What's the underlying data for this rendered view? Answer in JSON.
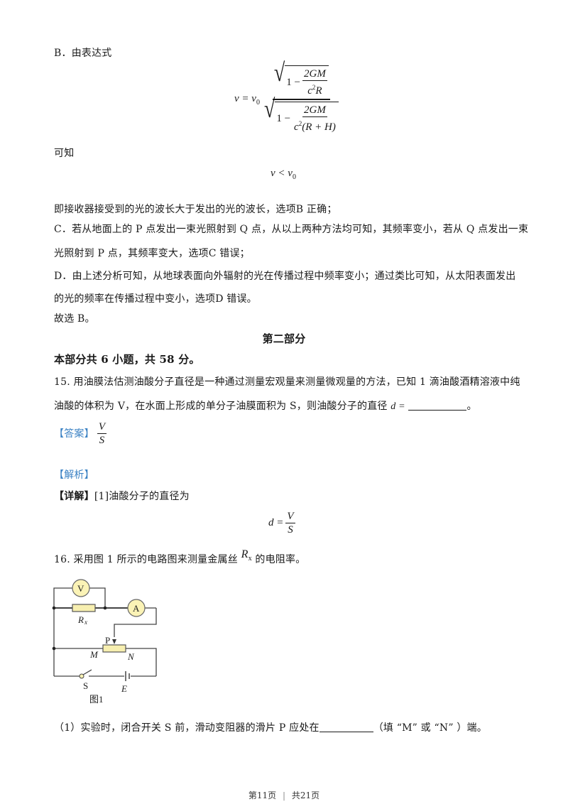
{
  "page": {
    "option_b_intro": "B．由表达式",
    "formula_nu": {
      "lhs": "ν = ν",
      "lhs_sub": "0",
      "num_sqrt": {
        "one_minus": "1 −",
        "frac_num": "2GM",
        "frac_den_c": "c",
        "frac_den_exp": "2",
        "frac_den_rest": "R"
      },
      "den_sqrt": {
        "one_minus": "1 −",
        "frac_num": "2GM",
        "frac_den_c": "c",
        "frac_den_exp": "2",
        "frac_den_rest": "(R + H)"
      }
    },
    "keyi_label": "可知",
    "inequality": {
      "lhs": "ν < ν",
      "sub": "0"
    },
    "option_b_conclusion": "即接收器接受到的光的波长大于发出的光的波长，选项B 正确；",
    "option_c_line1": "C．若从地面上的 P 点发出一束光照射到 Q 点，从以上两种方法均可知，其频率变小，若从 Q 点发出一束",
    "option_c_line2": "光照射到 P 点，其频率变大，选项C 错误；",
    "option_d_line1": "D．由上述分析可知，从地球表面向外辐射的光在传播过程中频率变小；通过类比可知，从太阳表面发出",
    "option_d_line2": "的光的频率在传播过程中变小，选项D 错误。",
    "final_choice": "故选 B。",
    "section_title": "第二部分",
    "section_subtitle": "本部分共 6 小题，共 58 分。",
    "q15_line1": "15. 用油膜法估测油酸分子直径是一种通过测量宏观量来测量微观量的方法，已知 1 滴油酸酒精溶液中纯",
    "q15_line2": "油酸的体积为 V，在水面上形成的单分子油膜面积为 S，则油酸分子的直径",
    "q15_d_eq": "d =",
    "q15_period": "。",
    "answer_label": "【答案】",
    "answer_num": "V",
    "answer_den": "S",
    "analysis_label": "【解析】",
    "detail_label": "【详解】",
    "detail_text": "[1]油酸分子的直径为",
    "detail_formula": {
      "lhs": "d =",
      "num": "V",
      "den": "S"
    },
    "q16_text_before": "16. 采用图 1 所示的电路图来测量金属丝",
    "q16_symbol": "R",
    "q16_symbol_sub": "x",
    "q16_text_after": "的电阻率。",
    "circuit": {
      "voltmeter": "V",
      "ammeter": "A",
      "rx_label": "R",
      "rx_sub": "x",
      "slider_label": "P",
      "end_m": "M",
      "end_n": "N",
      "switch_label": "S",
      "battery_label": "E",
      "figure_caption": "图1",
      "meter_fill": "#fbf3b6",
      "resistor_fill": "#f7efb0"
    },
    "q16_part1_before": "（1）实验时，闭合开关 S 前，滑动变阻器的滑片 P 应处在",
    "q16_part1_after": "（填 “M” 或 “N” ）端。",
    "footer": {
      "current": "第11页",
      "sep": "|",
      "total": "共21页"
    },
    "colors": {
      "label_blue": "#3b82c4",
      "text": "#1a1a1a"
    }
  }
}
